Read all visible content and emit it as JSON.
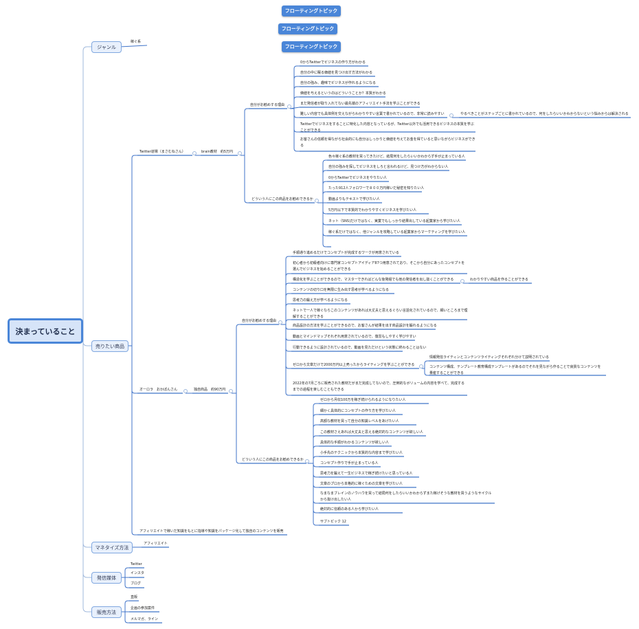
{
  "floating_topics": [
    "フローティングトピック",
    "フローティングトピック",
    "フローティングトピック"
  ],
  "root": "決まっていること",
  "categories": {
    "genre": "ジャンル",
    "product": "売りたい商品",
    "monetize": "マネタイズ方法",
    "media": "発信媒体",
    "sales": "販売方法"
  },
  "genre_items": [
    "稼ぐ系"
  ],
  "twitter": {
    "author": "Twitter道場（まさむねさん）",
    "product": "brain教材　約5万円",
    "reason_label": "自分がお勧めする理由",
    "reasons": [
      "0からTwitterでビジネスの作り方がわかる",
      "自分の中に眠る価値を見つけ出す方法がわかる",
      "自分の強み、趣味でビジネスが作れるようになる",
      "価値を与えるというのはどういうことか？本質がわかる",
      "まだ発信者が取り入れてない最先端のアフィリエイト手法を学ぶことができる",
      "難しい内容でも具体例を交えながらわかりやすい言葉で書かれているので、非常に読みやすい",
      "Twitterでビジネスをすることに特化した内容となっているが、Twitter以外でも活用できるビジネスの本質を学ぶことができる",
      "お客さんの信頼を得ながら社会的にも自分はしっかりと価値を与えてお金を得ていると思いながらビジネスができる"
    ],
    "reason_note": "やるべきことがステップごとに書かれているので、何をしたらいいかわからないという悩みからは解決される",
    "target_label": "どういう人にこの商品をお勧めできるか",
    "targets": [
      "色々稼ぐ系の教材を買ってきたけど、結局何をしたらいいかわからず手が止まっている人",
      "自分の強みを探してビジネスをしろと言われるけど、見つけ方がわからない人",
      "0からTwitterでビジネスをやりたい人",
      "たった912人フォロワーで８００万円稼いだ秘密を知りたい人",
      "動画よりもテキストで学びたい人",
      "5万円以下で本質的でわかりやすくビジネスを学びたい人",
      "ネット（SNS)だけではなく、実業でもしっかり結果出している起業家から学びたい人",
      "稼ぐ系だけではなく、他ジャンルを攻略している起業家からマーケティングを学びたい人"
    ]
  },
  "aurora": {
    "author": "オーロラ　おかぽんさん",
    "product": "独自商品　約90万円",
    "reason_label": "自分がお勧めする理由",
    "reasons": [
      "手順通り進めるだけでコンセプトが完成するワークが用意されている",
      "初心者から初級者向けに専門家コンセプトアイディア87つ用意されており、そこから自分にあったコンセプトを選んでビジネスを始めることができる",
      "構造化を学ぶことができるので、マスターできればどんな後発組でも他の発信者を出し抜くことができる",
      "コンテンツの切り口を無限に生み出す思考が学べるようになる",
      "思考力の鍛え方が学べるようになる",
      "ネットで一人で稼ぐならこのコンテンツがあれば大丈夫と思えるぐらい言語化されているので、細いところまで理解することができる",
      "商品設計の方法を学ぶことができるので、お客さんが結果を出す商品設計を鍛れるようになる",
      "動画とマインドマップそれぞれ用意されているので、復習もしやすく学びやすい",
      "行動できるように設計されているので、動画を見ただけという状態に終わることはない",
      "ゼロから文章だけで2000万円以上売ったからライティングを学ぶことができる",
      "2022年の7月ごろに販売された教材だがまだ完成してないので、圧倒的なボリュームの内容を学べて、完成するまでの過程を楽しむこともできる"
    ],
    "reason_note": "わかりやすい商品を作ることができる",
    "writing_notes": [
      "情報発信ライティンとコンテンツライティングそれぞれ分けて説明されている",
      "コンテンツ構成、テンプレート教育構成テンプレートがあるのでそれを見ながら作ることで良質なコンテンツを量産することができる"
    ],
    "target_label": "どういう人にこの商品をお勧めできるか",
    "targets": [
      "ゼロから月収100万を稼ぎ続けられるようになりたい人",
      "細かく具体的にコンセプトの作り方を学びたい人",
      "高額な教材を買って自分の知識レベルをあげたい人",
      "この教材さえあれば大丈夫と思える絶対的なコンテンツが欲しい人",
      "具体的な手順がわかるコンテンツが欲しい人",
      "小手先のテクニックから本質的な内容まで学びたい人",
      "コンセプト作りで手が止まっている人",
      "思考力を鍛えて一生ビジネスで稼ぎ続けたいと思っている人",
      "文章のプロから本格的に稼ぐための文章を学びたい人",
      "なまなまブレインのノウハウを買って結局何をしたらいいかわからずまた稼げそうな教材を買うようなサイクルから抜け出したい人",
      "絶対的に信頼のある人から学びたい人",
      "サブトピック 12"
    ]
  },
  "product_note": "アフィリエイトで稼いだ知識をもとに指導や知識をパッケージ化して独自のコンテンツを販売",
  "monetize_items": [
    "アフィリエイト"
  ],
  "media_items": [
    "Twitter",
    "インスタ",
    "ブログ"
  ],
  "sales_items": [
    "直販",
    "企画の参加案件",
    "メルマガ、ライン"
  ],
  "colors": {
    "accent": "#4a86d8",
    "line": "#3f73c8",
    "root_fill": "#d6e4f8",
    "box_fill": "#e8f0fc"
  }
}
